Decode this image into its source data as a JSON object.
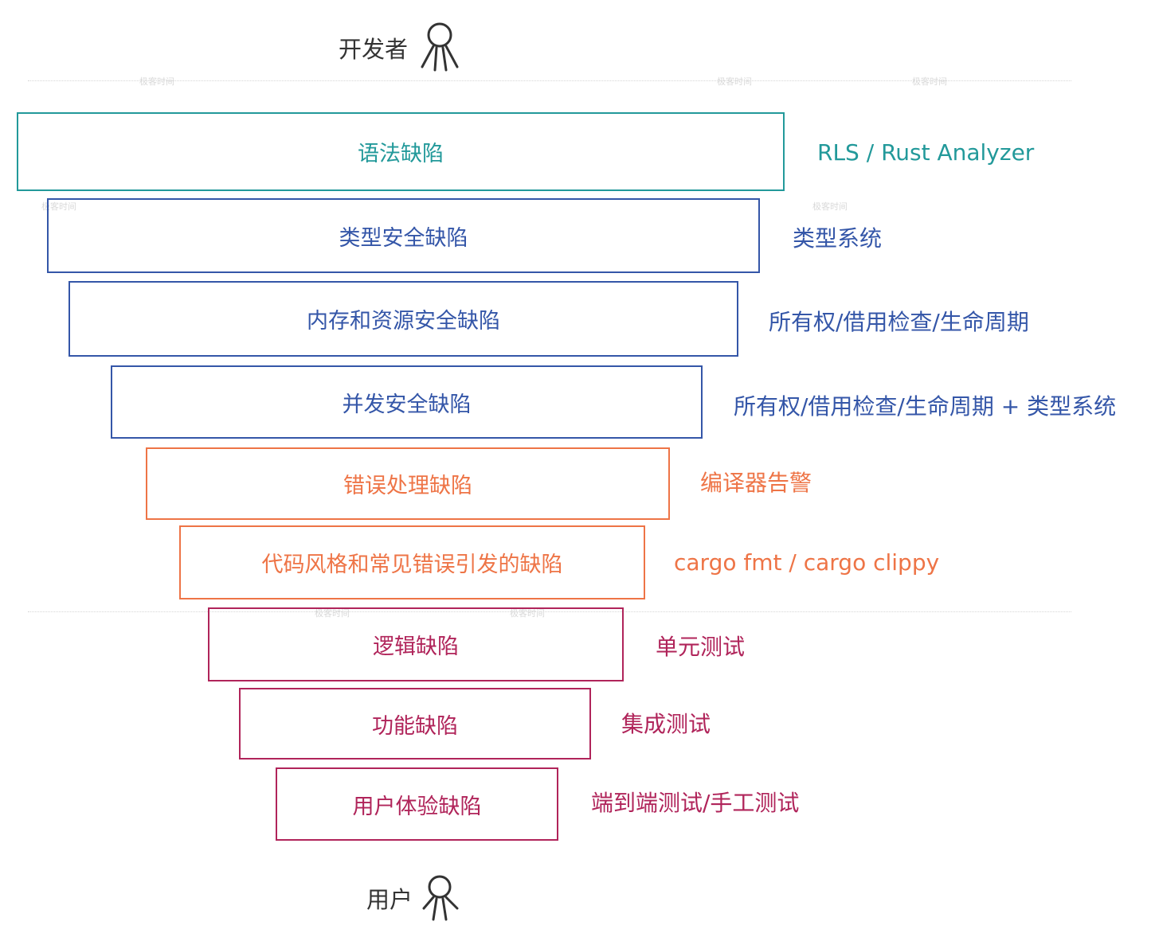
{
  "top_actor": {
    "label": "开发者",
    "icon": "person-icon"
  },
  "bottom_actor": {
    "label": "用户",
    "icon": "person-icon"
  },
  "watermark": "极客时间",
  "colors": {
    "teal": "#22999a",
    "blue": "#3456a8",
    "orange": "#ee7446",
    "crimson": "#b0245a"
  },
  "layers": [
    {
      "defect": "语法缺陷",
      "tool": "RLS / Rust Analyzer",
      "color": "teal"
    },
    {
      "defect": "类型安全缺陷",
      "tool": "类型系统",
      "color": "blue"
    },
    {
      "defect": "内存和资源安全缺陷",
      "tool": "所有权/借用检查/生命周期",
      "color": "blue"
    },
    {
      "defect": "并发安全缺陷",
      "tool": "所有权/借用检查/生命周期 + 类型系统",
      "color": "blue"
    },
    {
      "defect": "错误处理缺陷",
      "tool": "编译器告警",
      "color": "orange"
    },
    {
      "defect": "代码风格和常见错误引发的缺陷",
      "tool": "cargo fmt / cargo clippy",
      "color": "orange"
    },
    {
      "defect": "逻辑缺陷",
      "tool": "单元测试",
      "color": "crimson"
    },
    {
      "defect": "功能缺陷",
      "tool": "集成测试",
      "color": "crimson"
    },
    {
      "defect": "用户体验缺陷",
      "tool": "端到端测试/手工测试",
      "color": "crimson"
    }
  ]
}
